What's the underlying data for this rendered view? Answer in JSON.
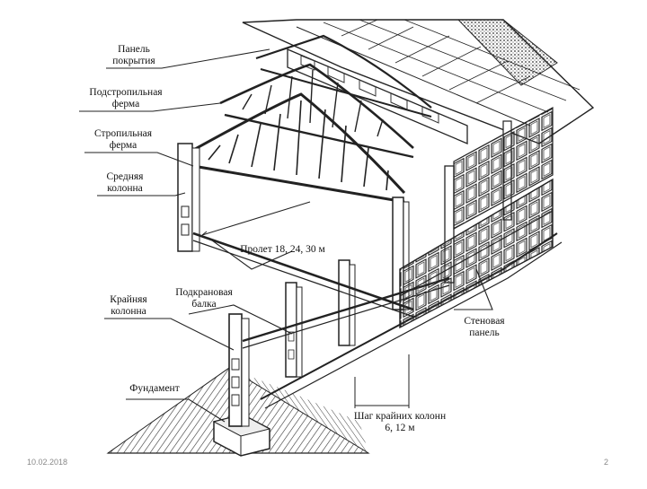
{
  "labels": {
    "roof_panel": [
      "Панель",
      "покрытия"
    ],
    "sub_rafter_truss": [
      "Подстропильная",
      "ферма"
    ],
    "rafter_truss": [
      "Стропильная",
      "ферма"
    ],
    "middle_column": [
      "Средняя",
      "колонна"
    ],
    "span": "Пролет 18, 24, 30 м",
    "crane_beam": [
      "Подкрановая",
      "балка"
    ],
    "edge_column": [
      "Крайняя",
      "колонна"
    ],
    "wall_panel": [
      "Стеновая",
      "панель"
    ],
    "foundation": "Фундамент",
    "column_pitch": [
      "Шаг крайних колонн",
      "6, 12 м"
    ]
  },
  "footer": {
    "date": "10.02.2018",
    "page": "2"
  },
  "colors": {
    "ink": "#222222",
    "text": "#111111",
    "footer": "#888888"
  }
}
